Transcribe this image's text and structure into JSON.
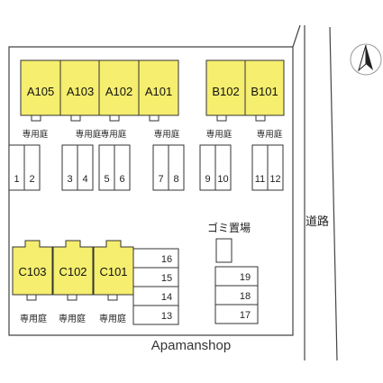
{
  "colors": {
    "unit_fill": "#f5ee6e",
    "outline": "#333333",
    "road_line": "#444444",
    "background": "#ffffff"
  },
  "units_top_a": [
    "A105",
    "A103",
    "A102",
    "A101"
  ],
  "units_top_b": [
    "B102",
    "B101"
  ],
  "units_bottom_c": [
    "C103",
    "C102",
    "C101"
  ],
  "garden_label": "専用庭",
  "parking_left": [
    "1",
    "2",
    "3",
    "4",
    "5",
    "6",
    "7",
    "8",
    "9",
    "10",
    "11",
    "12"
  ],
  "parking_middle": [
    "16",
    "15",
    "14",
    "13"
  ],
  "parking_right": [
    "19",
    "18",
    "17"
  ],
  "garbage_label": "ゴミ置場",
  "road_label": "道路",
  "watermark": "Apamanshop",
  "icons": {
    "north": "north-arrow-icon"
  }
}
